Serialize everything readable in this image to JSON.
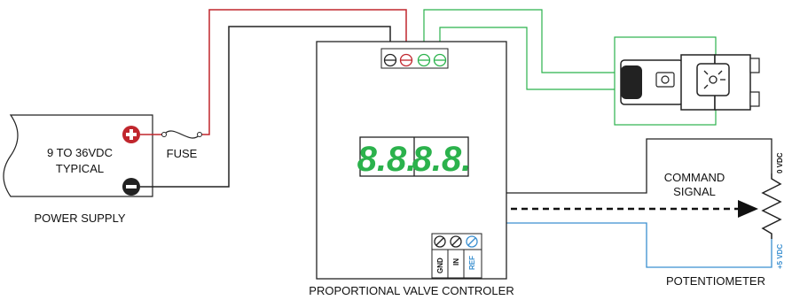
{
  "power_supply": {
    "voltage_line1": "9 TO 36VDC",
    "voltage_line2": "TYPICAL",
    "caption": "POWER SUPPLY"
  },
  "fuse": {
    "label": "FUSE"
  },
  "controller": {
    "caption": "PROPORTIONAL VALVE CONTROLER",
    "display_left": "8.8.",
    "display_right": "8.8.",
    "pins": {
      "gnd": "GND",
      "in": "IN",
      "ref": "REF"
    }
  },
  "command_signal": {
    "line1": "COMMAND",
    "line2": "SIGNAL"
  },
  "potentiometer": {
    "caption": "POTENTIOMETER",
    "top_voltage": "0 VDC",
    "bottom_voltage": "+5 VDC"
  },
  "colors": {
    "positive_wire": "#c0262d",
    "negative_wire": "#222222",
    "valve_wire": "#2bb24c",
    "reference_wire": "#3a8fd0",
    "display": "#2bb24c"
  }
}
